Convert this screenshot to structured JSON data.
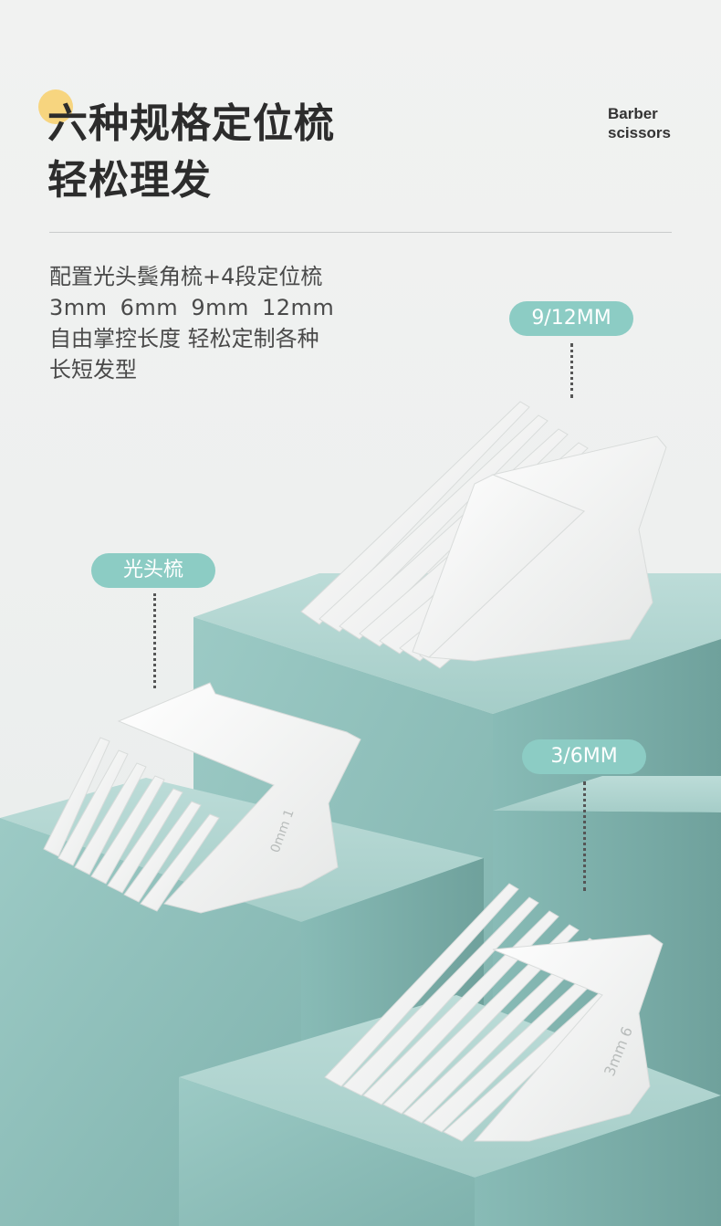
{
  "heading": {
    "line1": "六种规格定位梳",
    "line2": "轻松理发"
  },
  "brand": {
    "line1": "Barber",
    "line2": "scissors"
  },
  "description": {
    "line1": "配置光头鬓角梳+4段定位梳",
    "line2": "3mm  6mm  9mm  12mm",
    "line3": "自由掌控长度 轻松定制各种",
    "line4": "长短发型"
  },
  "labels": {
    "guide_9_12": "9/12MM",
    "bald_comb": "光头梳",
    "guide_3_6": "3/6MM"
  },
  "comb_markings": {
    "bald_comb": "0mm 1",
    "guide_3_6": "3mm 6"
  },
  "colors": {
    "accent": "#f7d57f",
    "pill": "#8cccc4",
    "block_top": "#aed3cf",
    "block_front": "#8ec0bb",
    "comb": "#f7f7f6"
  },
  "icons": [
    "dotted-leader-line"
  ]
}
